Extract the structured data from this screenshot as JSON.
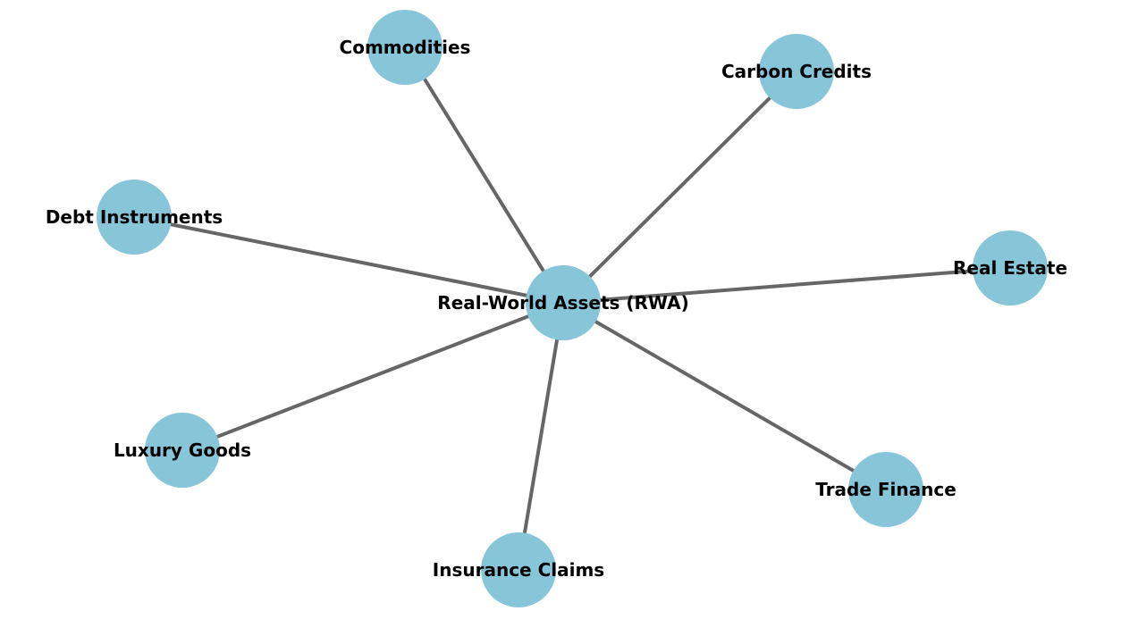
{
  "diagram": {
    "node_color": "#87c5d9",
    "edge_color": "#666666",
    "label_color": "#000000",
    "hub": {
      "id": "hub",
      "label": "Real-World Assets (RWA)"
    },
    "nodes": [
      {
        "id": "commodities",
        "label": "Commodities"
      },
      {
        "id": "carbon-credits",
        "label": "Carbon Credits"
      },
      {
        "id": "debt-instruments",
        "label": "Debt Instruments"
      },
      {
        "id": "real-estate",
        "label": "Real Estate"
      },
      {
        "id": "luxury-goods",
        "label": "Luxury Goods"
      },
      {
        "id": "trade-finance",
        "label": "Trade Finance"
      },
      {
        "id": "insurance-claims",
        "label": "Insurance Claims"
      }
    ],
    "edges": [
      {
        "from": "hub",
        "to": "commodities"
      },
      {
        "from": "hub",
        "to": "carbon-credits"
      },
      {
        "from": "hub",
        "to": "debt-instruments"
      },
      {
        "from": "hub",
        "to": "real-estate"
      },
      {
        "from": "hub",
        "to": "luxury-goods"
      },
      {
        "from": "hub",
        "to": "trade-finance"
      },
      {
        "from": "hub",
        "to": "insurance-claims"
      }
    ]
  }
}
